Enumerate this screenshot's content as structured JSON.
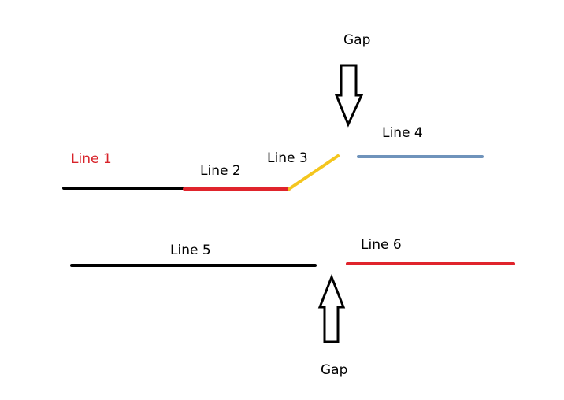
{
  "colors": {
    "black": "#000000",
    "red": "#e0242c",
    "yellow": "#f4c61e",
    "blue": "#6f93bb",
    "label_red": "#d8232a",
    "label_black": "#000000"
  },
  "labels": {
    "gap_top": "Gap",
    "gap_bottom": "Gap",
    "line1": "Line 1",
    "line2": "Line 2",
    "line3": "Line 3",
    "line4": "Line 4",
    "line5": "Line 5",
    "line6": "Line 6"
  },
  "icons": {
    "top_arrow": "arrow-down-icon",
    "bottom_arrow": "arrow-up-icon"
  }
}
